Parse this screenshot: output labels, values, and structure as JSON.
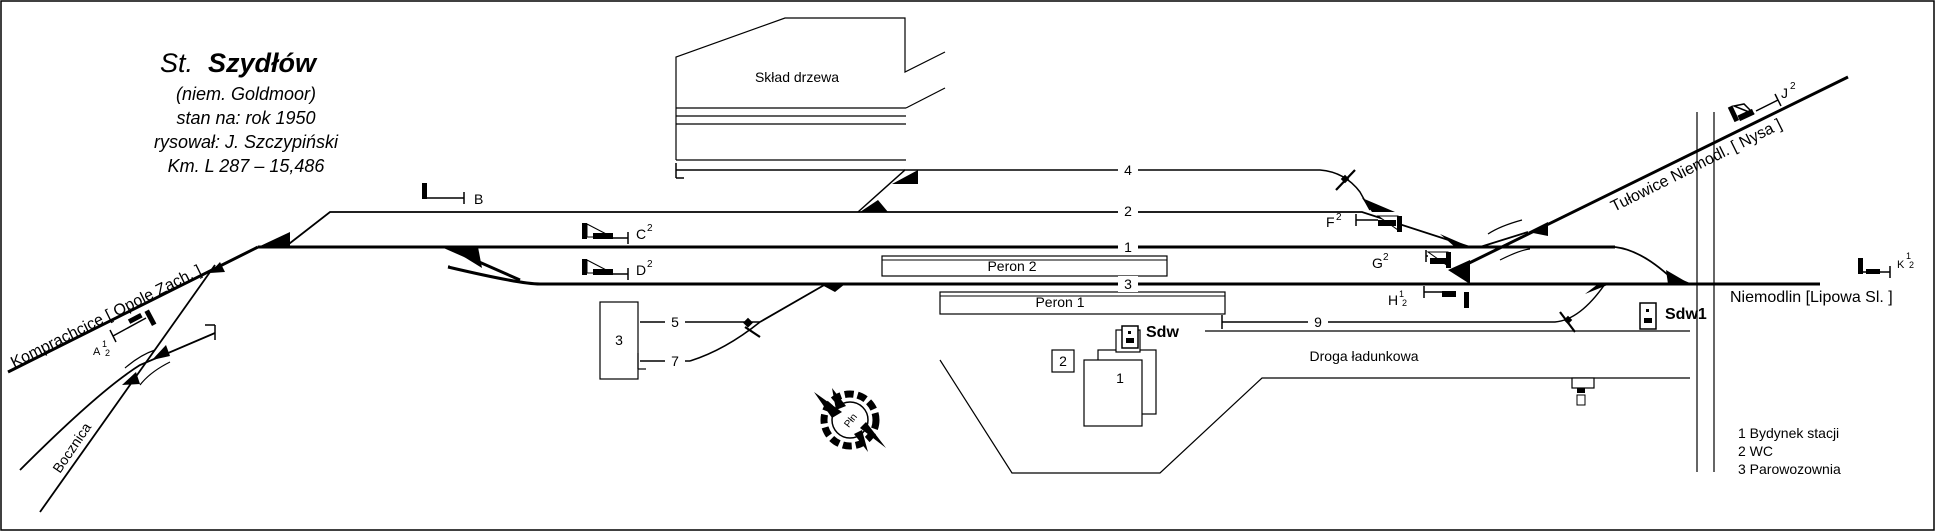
{
  "header": {
    "title_prefix": "St.",
    "title_name": "Szydłów",
    "subtitle": "(niem. Goldmoor)",
    "state": "stan na: rok 1950",
    "author": "rysował: J. Szczypiński",
    "km": "Km. L 287 – 15,486"
  },
  "directions": {
    "west": "Komprachcice [ Opole Zach. ]",
    "north_east": "Tułowice Niemodl. [ Nysa ]",
    "east": "Niemodlin [Lipowa Sl. ]",
    "siding": "Bocznica"
  },
  "tracks": {
    "t1": "1",
    "t2": "2",
    "t3": "3",
    "t4": "4",
    "t5": "5",
    "t7": "7",
    "t9": "9"
  },
  "platforms": {
    "p1": "Peron 1",
    "p2": "Peron 2"
  },
  "signals": {
    "B": "B",
    "C": "C",
    "C_sup": "2",
    "D": "D",
    "D_sup": "2",
    "F": "F",
    "F_sup": "2",
    "G": "G",
    "G_sup": "2",
    "H": "H",
    "H_frac_a": "1",
    "H_frac_b": "2",
    "J": "J",
    "J_sup": "2",
    "K": "K",
    "K_frac_a": "1",
    "K_frac_b": "2",
    "A": "A",
    "A_frac_a": "1",
    "A_frac_b": "2"
  },
  "areas": {
    "timber": "Skład drzewa",
    "loading_road": "Droga ładunkowa",
    "depot_number": "3",
    "station_number": "1",
    "wc_number": "2",
    "sdw": "Sdw",
    "sdw1": "Sdw1",
    "compass": "Płn"
  },
  "legend": {
    "items": [
      "1 Bydynek stacji",
      "2 WC",
      "3 Parowozownia"
    ]
  }
}
